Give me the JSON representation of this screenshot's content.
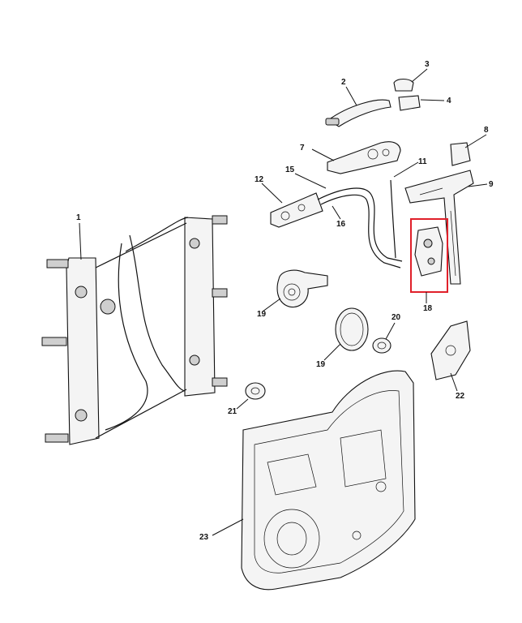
{
  "diagram": {
    "callouts": [
      "1",
      "2",
      "3",
      "4",
      "7",
      "8",
      "9",
      "11",
      "12",
      "15",
      "16",
      "18",
      "19",
      "19",
      "20",
      "21",
      "22",
      "23"
    ],
    "highlight_color": "#e0202a",
    "highlighted_callout": "4"
  }
}
